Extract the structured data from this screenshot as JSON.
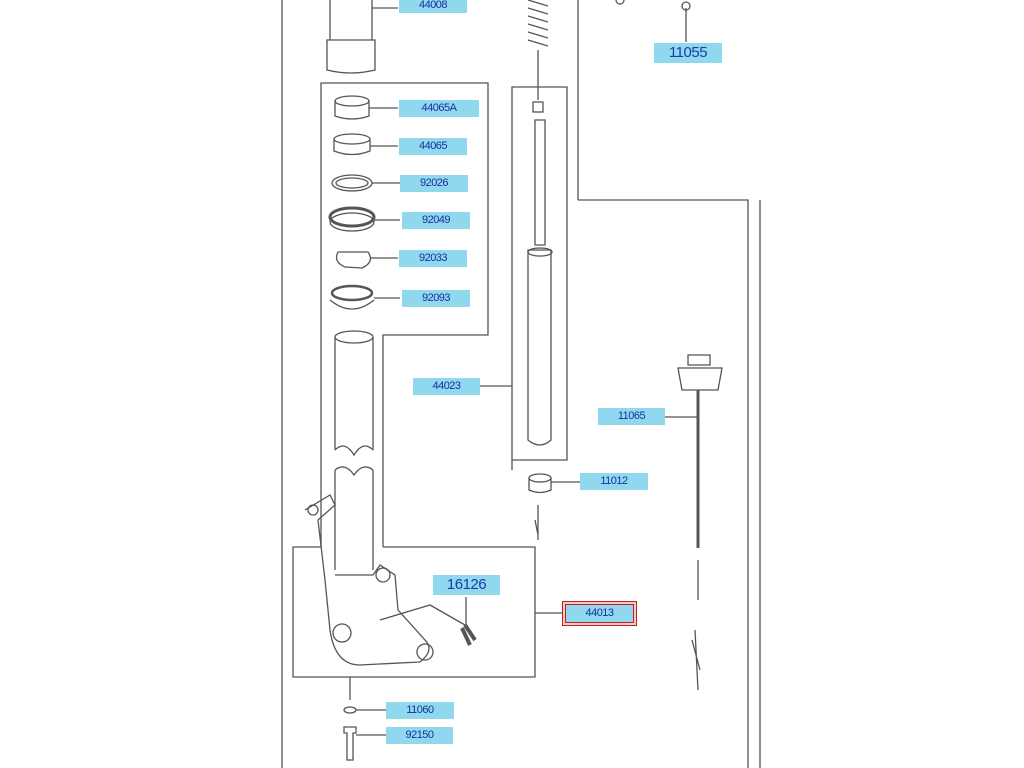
{
  "colors": {
    "label_bg": "#8fd8ee",
    "label_text": "#1a2fa0",
    "selected_border": "#c02020",
    "line": "#555555"
  },
  "parts": [
    {
      "id": "p44008",
      "number": "44008"
    },
    {
      "id": "p11055",
      "number": "11055"
    },
    {
      "id": "p44065A",
      "number": "44065A"
    },
    {
      "id": "p44065",
      "number": "44065"
    },
    {
      "id": "p92026",
      "number": "92026"
    },
    {
      "id": "p92049",
      "number": "92049"
    },
    {
      "id": "p92033",
      "number": "92033"
    },
    {
      "id": "p92093",
      "number": "92093"
    },
    {
      "id": "p44023",
      "number": "44023"
    },
    {
      "id": "p11065",
      "number": "11065"
    },
    {
      "id": "p11012",
      "number": "11012"
    },
    {
      "id": "p16126",
      "number": "16126"
    },
    {
      "id": "p44013",
      "number": "44013",
      "selected": true
    },
    {
      "id": "p11060",
      "number": "11060"
    },
    {
      "id": "p92150",
      "number": "92150"
    }
  ]
}
